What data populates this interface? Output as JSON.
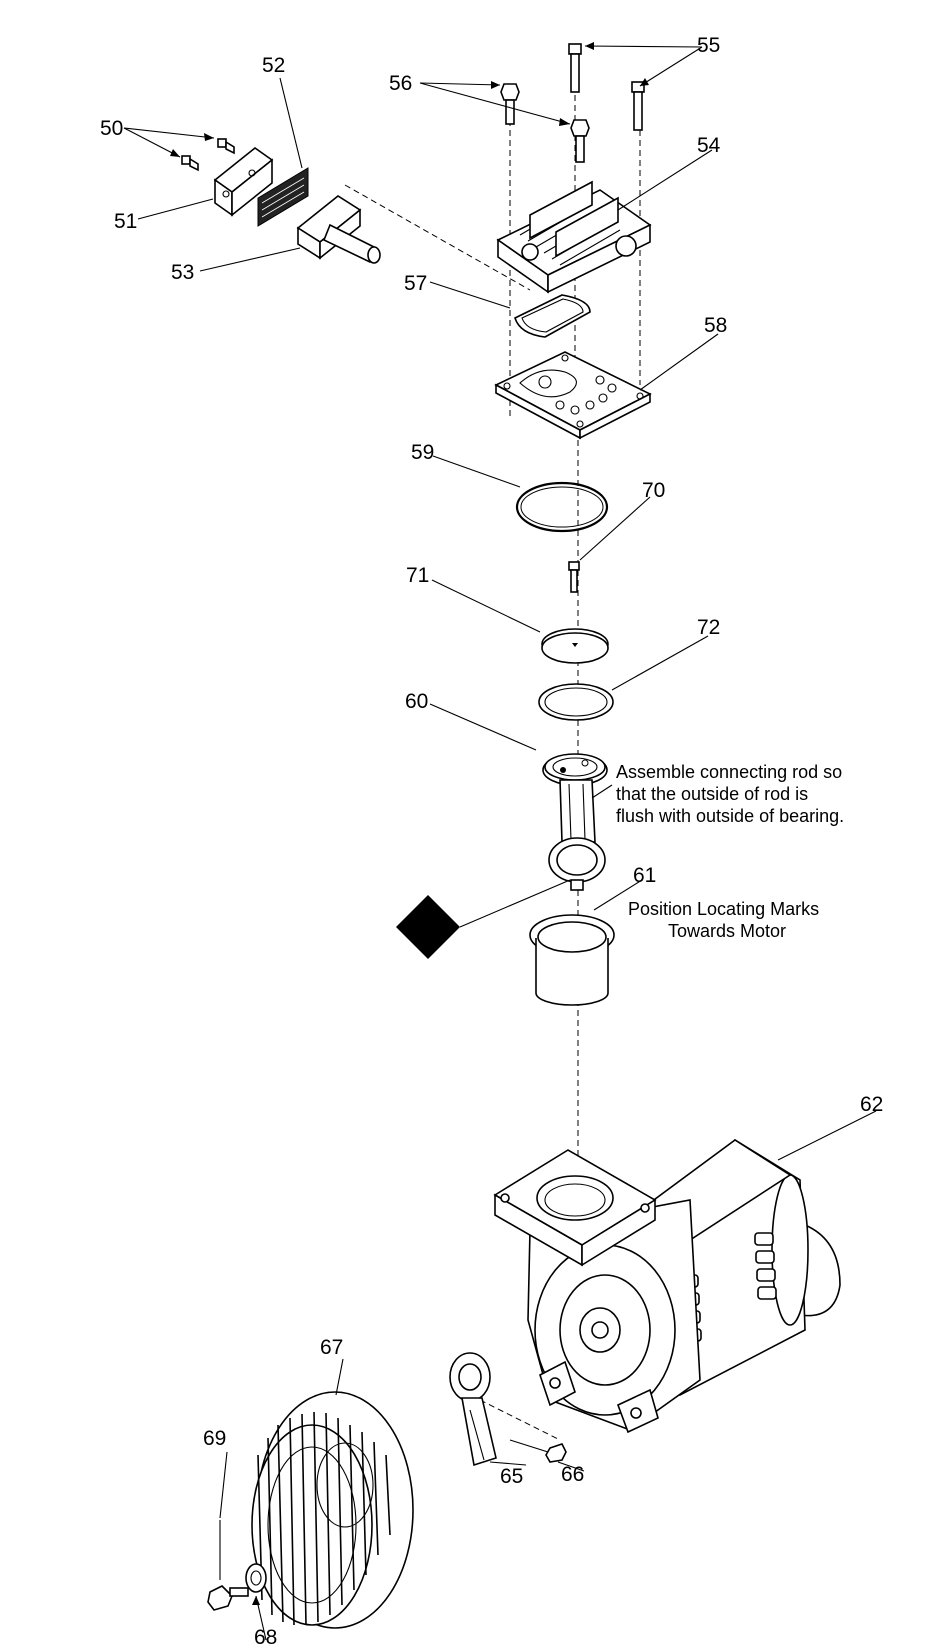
{
  "labels": {
    "p50": "50",
    "p51": "51",
    "p52": "52",
    "p53": "53",
    "p54": "54",
    "p55": "55",
    "p56": "56",
    "p57": "57",
    "p58": "58",
    "p59": "59",
    "p60": "60",
    "p61": "61",
    "p62": "62",
    "p65": "65",
    "p66": "66",
    "p67": "67",
    "p68": "68",
    "p69": "69",
    "p70": "70",
    "p71": "71",
    "p72": "72"
  },
  "notes": {
    "rod_line1": "Assemble connecting rod so",
    "rod_line2": "that the outside of rod is",
    "rod_line3": "flush with outside of bearing.",
    "marks_line1": "Position Locating Marks",
    "marks_line2": "Towards Motor"
  }
}
